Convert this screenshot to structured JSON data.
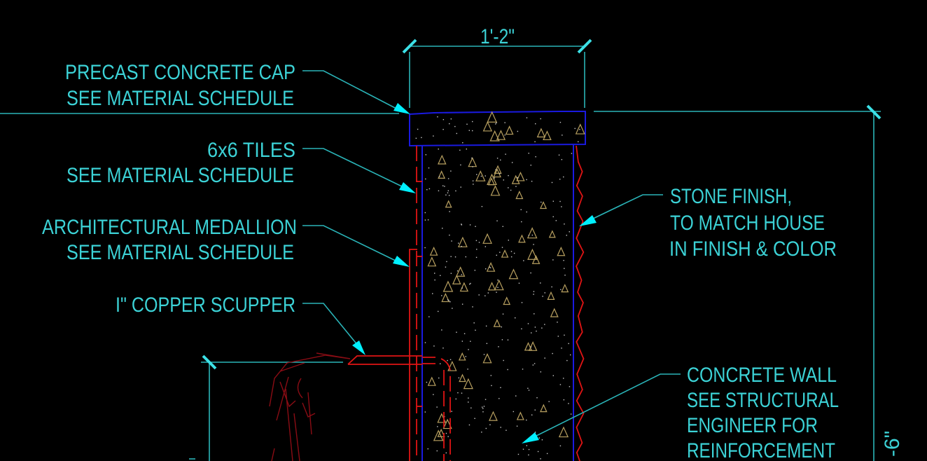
{
  "drawing": {
    "dimensions": {
      "cap_width": "1'-2\"",
      "height_partial": "-6\""
    },
    "left_notes": [
      {
        "lines": [
          "PRECAST CONCRETE CAP",
          "SEE MATERIAL SCHEDULE"
        ]
      },
      {
        "lines": [
          "6x6 TILES",
          "SEE MATERIAL SCHEDULE"
        ]
      },
      {
        "lines": [
          "ARCHITECTURAL MEDALLION",
          "SEE MATERIAL SCHEDULE"
        ]
      },
      {
        "lines": [
          "I\" COPPER SCUPPER"
        ]
      }
    ],
    "right_notes": [
      {
        "lines": [
          "STONE FINISH,",
          "TO MATCH HOUSE",
          "IN FINISH & COLOR"
        ]
      },
      {
        "lines": [
          "CONCRETE WALL",
          "SEE STRUCTURAL",
          "ENGINEER FOR",
          "REINFORCEMENT"
        ]
      }
    ],
    "colors": {
      "background": "#000000",
      "annotation": "#3cd2d6",
      "concrete_outline": "#1a1ae0",
      "finish_lines": "#e01414",
      "aggregate": "#b8a060"
    }
  }
}
